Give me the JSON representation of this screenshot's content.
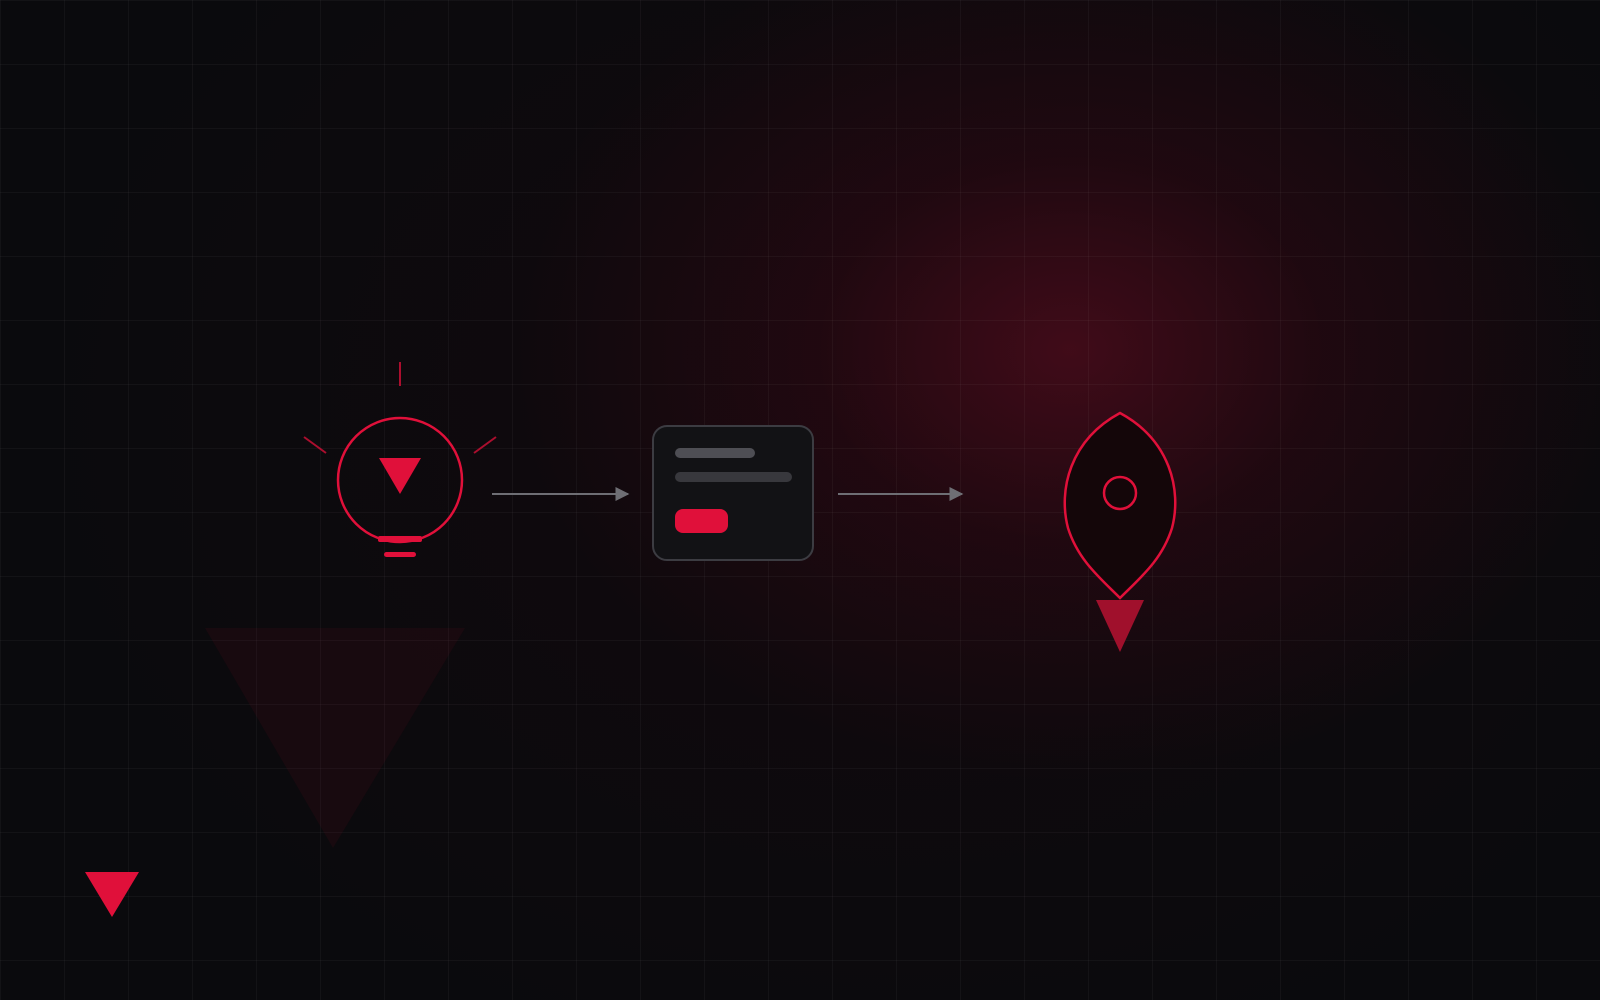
{
  "colors": {
    "background": "#0a0a0d",
    "accent": "#e0103a",
    "accent_dark": "#a0102c",
    "connector": "#6e6e74",
    "card_fill": "#121215",
    "card_border": "#3c3c42",
    "placeholder_light": "#4e4e54",
    "placeholder_dark": "#38383d"
  },
  "diagram": {
    "type": "flow",
    "steps": [
      {
        "id": "idea",
        "icon": "lightbulb-icon"
      },
      {
        "id": "build",
        "icon": "ui-card-icon"
      },
      {
        "id": "launch",
        "icon": "rocket-icon"
      }
    ],
    "connectors": [
      {
        "from": "idea",
        "to": "build"
      },
      {
        "from": "build",
        "to": "launch"
      }
    ],
    "decorations": [
      "large-faint-triangle",
      "small-triangle-logo"
    ]
  }
}
